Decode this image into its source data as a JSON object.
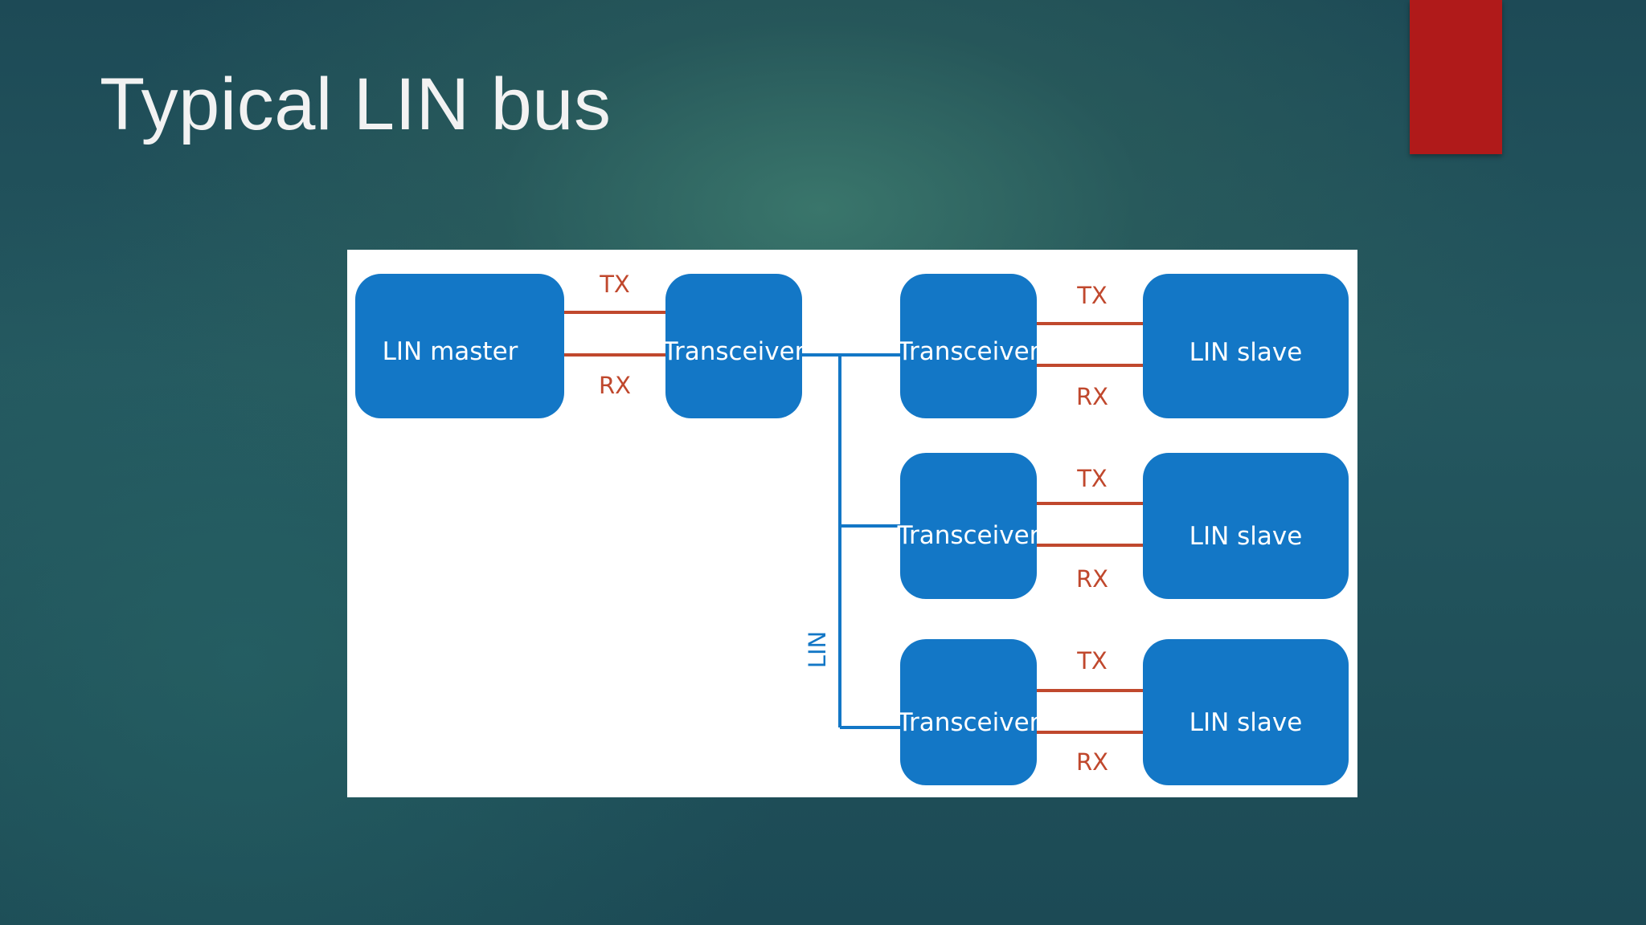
{
  "slide": {
    "title": "Typical LIN bus",
    "accent_color": "#b01a1a"
  },
  "diagram": {
    "colors": {
      "node_fill": "#1377c6",
      "signal_line": "#c0482d",
      "bus_line": "#1377c6"
    },
    "master": {
      "label": "LIN master",
      "transceiver_label": "Transceiver",
      "tx_label": "TX",
      "rx_label": "RX"
    },
    "bus_label": "LIN",
    "slaves": [
      {
        "transceiver_label": "Transceiver",
        "label": "LIN slave",
        "tx_label": "TX",
        "rx_label": "RX"
      },
      {
        "transceiver_label": "Transceiver",
        "label": "LIN slave",
        "tx_label": "TX",
        "rx_label": "RX"
      },
      {
        "transceiver_label": "Transceiver",
        "label": "LIN slave",
        "tx_label": "TX",
        "rx_label": "RX"
      }
    ]
  }
}
